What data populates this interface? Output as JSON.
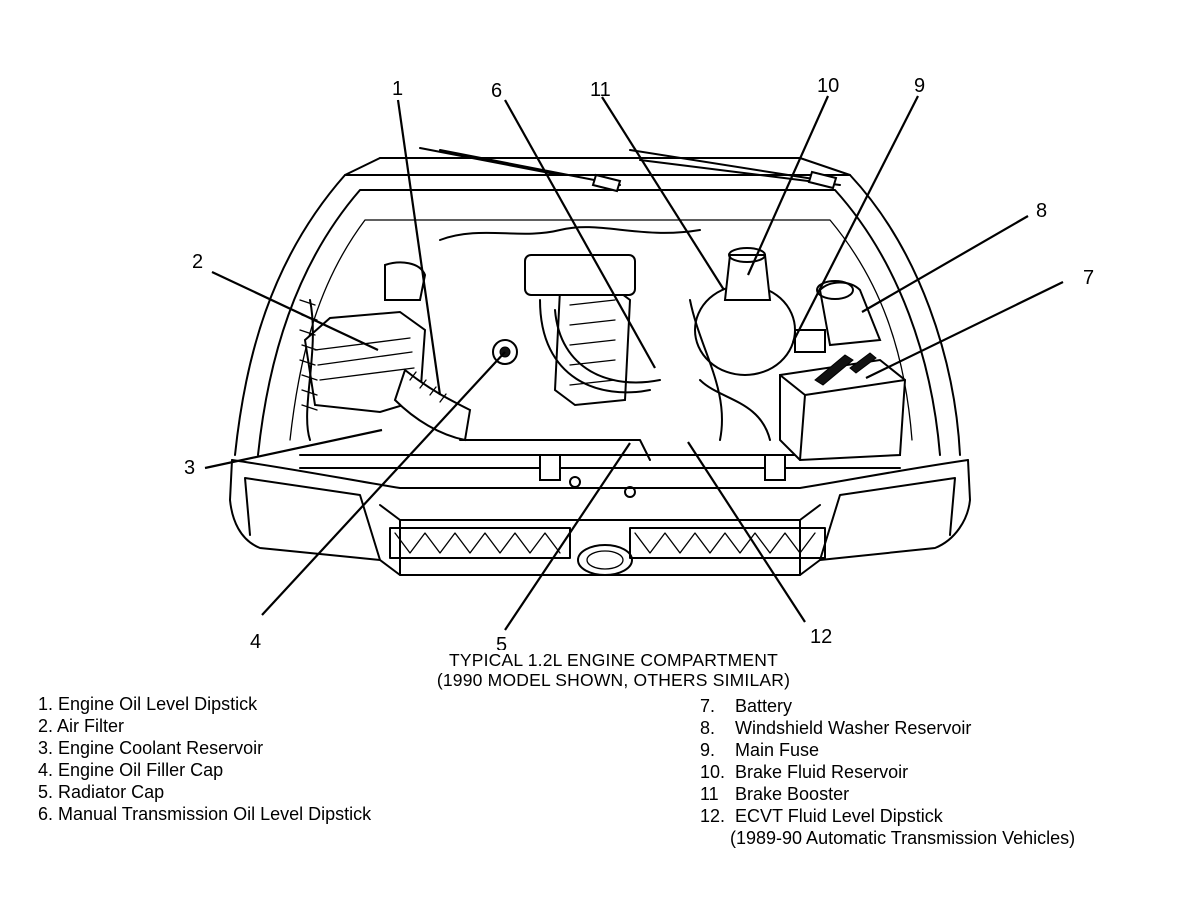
{
  "caption": {
    "line1": "TYPICAL 1.2L ENGINE COMPARTMENT",
    "line2": "(1990 MODEL SHOWN, OTHERS SIMILAR)"
  },
  "callouts": {
    "c1": "1",
    "c2": "2",
    "c3": "3",
    "c4": "4",
    "c5": "5",
    "c6": "6",
    "c7": "7",
    "c8": "8",
    "c9": "9",
    "c10": "10",
    "c11": "11",
    "c12": "12"
  },
  "legend": {
    "left": [
      {
        "num": "1.",
        "text": "Engine Oil Level Dipstick"
      },
      {
        "num": "2.",
        "text": "Air Filter"
      },
      {
        "num": "3.",
        "text": "Engine Coolant Reservoir"
      },
      {
        "num": "4.",
        "text": "Engine Oil Filler Cap"
      },
      {
        "num": "5.",
        "text": "Radiator Cap"
      },
      {
        "num": "6.",
        "text": "Manual Transmission Oil Level Dipstick"
      }
    ],
    "right": [
      {
        "num": "7.",
        "text": "Battery"
      },
      {
        "num": "8.",
        "text": "Windshield Washer Reservoir"
      },
      {
        "num": "9.",
        "text": "Main Fuse"
      },
      {
        "num": "10.",
        "text": "Brake Fluid Reservoir"
      },
      {
        "num": "11",
        "text": "Brake Booster"
      },
      {
        "num": "12.",
        "text": "ECVT Fluid Level Dipstick"
      }
    ],
    "right_continuation": "(1989-90 Automatic Transmission Vehicles)"
  }
}
